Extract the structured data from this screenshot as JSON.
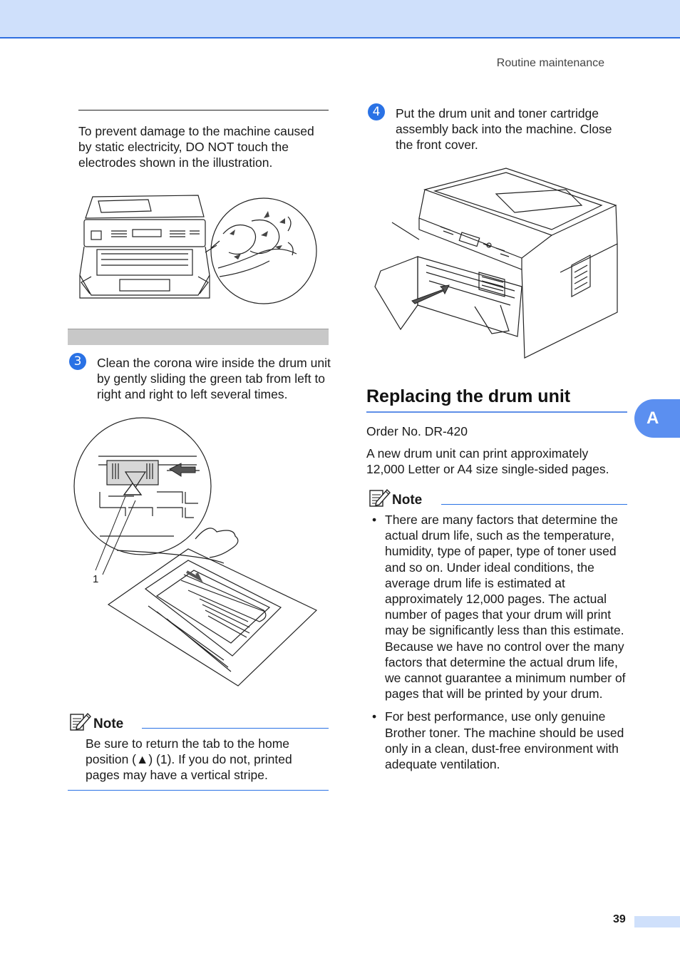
{
  "header": {
    "running_head": "Routine maintenance"
  },
  "left_column": {
    "caution_text": "To prevent damage to the machine caused by static electricity, DO NOT touch the electrodes shown in the illustration.",
    "step3": {
      "number": "3",
      "text": "Clean the corona wire inside the drum unit by gently sliding the green tab from left to right and right to left several times."
    },
    "callout_label": "1",
    "note": {
      "title": "Note",
      "text": "Be sure to return the tab to the home position (▲) (1). If you do not, printed pages may have a vertical stripe."
    }
  },
  "right_column": {
    "step4": {
      "number": "4",
      "text": "Put the drum unit and toner cartridge assembly back into the machine. Close the front cover."
    },
    "section_title": "Replacing the drum unit",
    "order_no": "Order No. DR-420",
    "intro": "A new drum unit can print approximately 12,000 Letter or A4 size single-sided pages.",
    "note": {
      "title": "Note",
      "items": [
        "There are many factors that determine the actual drum life, such as the temperature, humidity, type of paper, type of toner used and so on. Under ideal conditions, the average drum life is estimated at approximately 12,000 pages. The actual number of pages that your drum will print may be significantly less than this estimate. Because we have no control over the many factors that determine the actual drum life, we cannot guarantee a minimum number of pages that will be printed by your drum.",
        "For best performance, use only genuine Brother toner. The machine should be used only in a clean, dust-free environment with adequate ventilation."
      ]
    }
  },
  "side_tab": {
    "label": "A"
  },
  "footer": {
    "page_number": "39"
  },
  "colors": {
    "accent": "#2a72e5",
    "header_band": "#cfe0fb",
    "tab": "#5b8ff0"
  }
}
